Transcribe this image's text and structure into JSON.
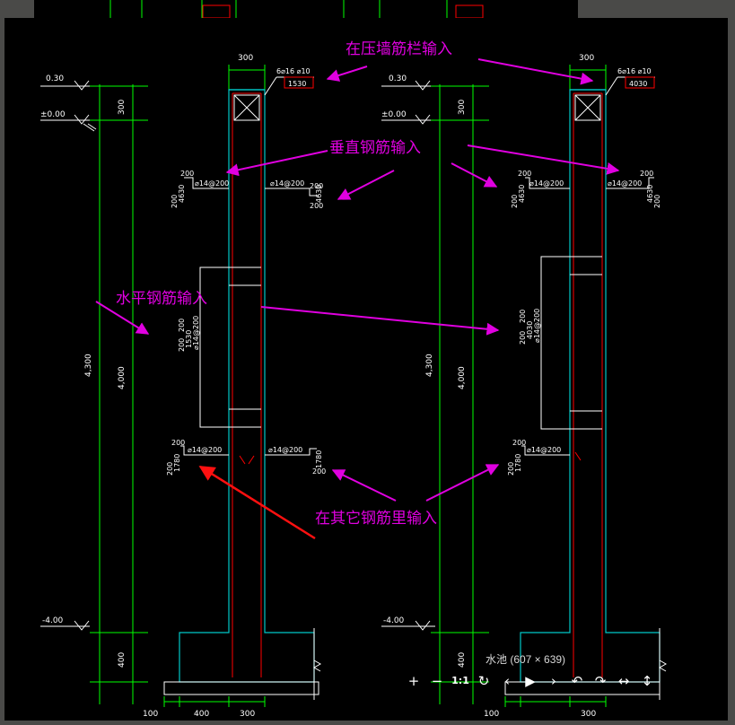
{
  "viewer": {
    "caption": "水池 (607 × 639)",
    "toolbar": {
      "zoom_in": "+",
      "zoom_out": "−",
      "actual_size": "1:1",
      "refresh": "↻",
      "prev": "‹",
      "play": "▶",
      "next": "›",
      "rotate_left": "↶",
      "rotate_right": "↷",
      "fit_width": "↔",
      "fit_height": "↕"
    }
  },
  "drawing": {
    "colors": {
      "structure_line": "#00ff00",
      "wall_outline": "#00c8c8",
      "rebar": "#ff0000",
      "annotation": "#e000e0",
      "arrow_red": "#ff1010",
      "text": "#ffffff"
    },
    "annotations": {
      "cap_rebar": "在压墙筋栏输入",
      "vertical_rebar": "垂直钢筋输入",
      "horizontal_rebar": "水平钢筋输入",
      "other_rebar": "在其它钢筋里输入"
    },
    "left_section": {
      "level_top": "0.30",
      "level_zero": "±0.00",
      "level_bottom": "-4.00",
      "dim_top": "300",
      "dim_total": "4,300",
      "dim_mid": "4,000",
      "dim_base": "400",
      "dim_wall": "300",
      "dim_bottom": [
        "100",
        "400",
        "300"
      ],
      "cap_note": "6⌀16 ⌀10",
      "cap_sub": [
        "1530"
      ],
      "upper_left_note": "⌀14@200",
      "upper_left_dims": [
        "200",
        "4630",
        "200"
      ],
      "upper_right_note": "⌀14@200",
      "upper_right_dims": [
        "200",
        "4630",
        "200"
      ],
      "horiz_dims": [
        "200",
        "1530",
        "200"
      ],
      "horiz_note": "⌀14@200",
      "lower_left_note": "⌀14@200",
      "lower_left_dims": [
        "200",
        "1780",
        "200"
      ],
      "lower_right_note": "⌀14@200",
      "lower_right_dims": [
        "1780",
        "200"
      ]
    },
    "right_section": {
      "level_top": "0.30",
      "level_zero": "±0.00",
      "level_bottom": "-4.00",
      "dim_top": "300",
      "dim_total": "4,300",
      "dim_mid": "4,000",
      "dim_base": "400",
      "dim_wall": "300",
      "dim_bottom": [
        "100",
        "300"
      ],
      "cap_note": "6⌀16 ⌀10",
      "cap_sub": [
        "4030"
      ],
      "upper_left_note": "⌀14@200",
      "upper_left_dims": [
        "200",
        "4630",
        "200"
      ],
      "upper_right_note": "⌀14@200",
      "upper_right_dims": [
        "200",
        "4630",
        "200"
      ],
      "horiz_dims": [
        "200",
        "4030",
        "200"
      ],
      "horiz_note": "⌀14@200",
      "lower_left_note": "⌀14@200",
      "lower_left_dims": [
        "200",
        "1780",
        "200"
      ]
    }
  }
}
